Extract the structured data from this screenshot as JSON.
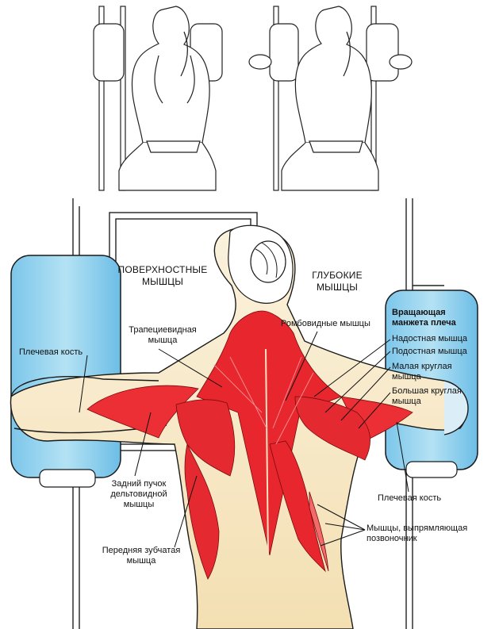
{
  "headers": {
    "superficial": "ПОВЕРХНОСТНЫЕ\nМЫШЦЫ",
    "deep": "ГЛУБОКИЕ\nМЫШЦЫ"
  },
  "labels": {
    "trapezius": "Трапециевидная\nмышца",
    "humerus_left": "Плечевая кость",
    "rear_deltoid": "Задний пучок\nдельтовидной\nмышцы",
    "serratus": "Передняя зубчатая\nмышца",
    "rhomboid": "Ромбовидные мышцы",
    "rotator_cuff": "Вращающая\nманжета плеча",
    "supraspinatus": "Надостная мышца",
    "infraspinatus": "Подостная мышца",
    "teres_minor": "Малая круглая\nмышца",
    "teres_major": "Большая круглая\nмышца",
    "humerus_right": "Плечевая кость",
    "erector": "Мышцы, выпрямляющая\nпозвоночник"
  },
  "colors": {
    "muscle": "#e8262e",
    "muscle_light": "#f26a6a",
    "pad": "#9fd6ee",
    "pad_dark": "#5fb6e0",
    "skin": "#f6e7c4",
    "line": "#1a1a1a"
  },
  "icons": {
    "figure_top_left": "woman-back-machine-start",
    "figure_top_right": "woman-back-machine-finish",
    "main": "woman-back-muscles"
  }
}
